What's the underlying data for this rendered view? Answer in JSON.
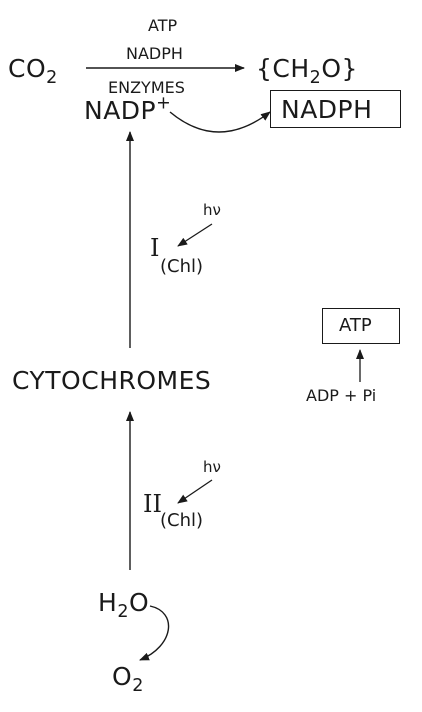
{
  "co2_reaction": {
    "reactant": "CO",
    "reactant_sub": "2",
    "cofactor_atp": "ATP",
    "cofactor_nadph": "NADPH",
    "enzymes": "ENZYMES",
    "product_open": "{CH",
    "product_sub": "2",
    "product_close": "O}"
  },
  "nadp": {
    "label": "NADP",
    "charge": "+"
  },
  "nadph_box": {
    "label": "NADPH"
  },
  "photosystem_1": {
    "numeral": "I",
    "chl": "(Chl)",
    "light": "hν"
  },
  "cytochromes": {
    "label": "CYTOCHROMES"
  },
  "atp_box": {
    "label": "ATP",
    "source": "ADP + Pi"
  },
  "photosystem_2": {
    "numeral": "II",
    "chl": "(Chl)",
    "light": "hν"
  },
  "water": {
    "label": "H",
    "sub": "2",
    "tail": "O"
  },
  "oxygen": {
    "label": "O",
    "sub": "2"
  }
}
